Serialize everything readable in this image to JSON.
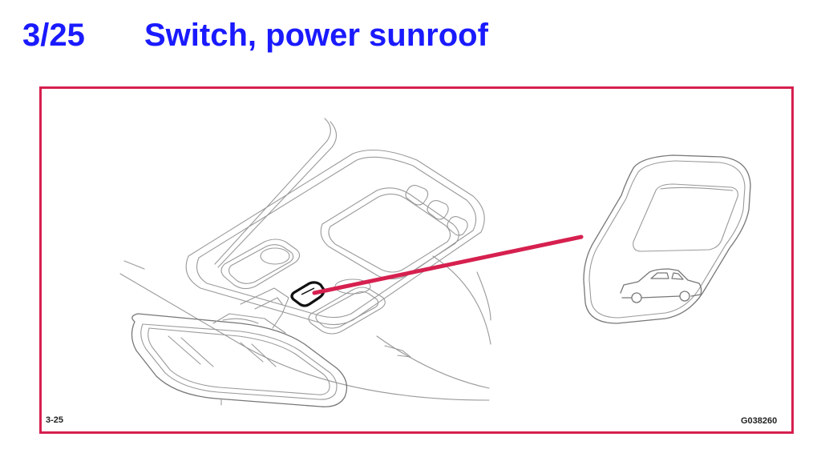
{
  "header": {
    "figure_number": "3/25",
    "title": "Switch, power sunroof"
  },
  "figure": {
    "ref_left": "3-25",
    "ref_right": "G038260"
  },
  "colors": {
    "title": "#1a1aff",
    "frame": "#d6204f",
    "leader": "#d6204f",
    "linework": "#9a9a9a"
  },
  "icons": [
    "car-icon"
  ]
}
